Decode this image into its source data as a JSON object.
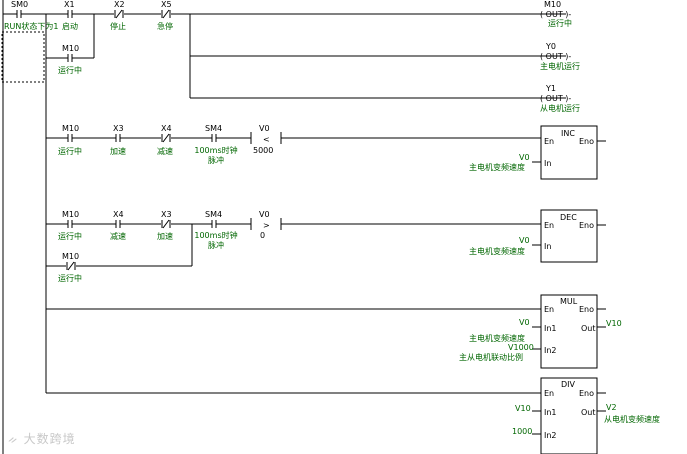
{
  "rungs": {
    "r1": {
      "contacts": [
        {
          "addr": "SM0",
          "comment": "RUN状态下为1",
          "nc": false
        },
        {
          "addr": "X1",
          "comment": "启动",
          "nc": false
        },
        {
          "addr": "X2",
          "comment": "停止",
          "nc": true
        },
        {
          "addr": "X5",
          "comment": "急停",
          "nc": true
        },
        {
          "addr": "M10",
          "comment": "运行中",
          "nc": false
        }
      ],
      "coils": [
        {
          "addr": "M10",
          "type": "( OUT )-",
          "comment": "运行中"
        },
        {
          "addr": "Y0",
          "type": "( OUT )-",
          "comment": "主电机运行"
        },
        {
          "addr": "Y1",
          "type": "( OUT )-",
          "comment": "从电机运行"
        }
      ]
    },
    "r2": {
      "contacts": [
        {
          "addr": "M10",
          "comment": "运行中",
          "nc": false
        },
        {
          "addr": "X3",
          "comment": "加速",
          "nc": false
        },
        {
          "addr": "X4",
          "comment": "减速",
          "nc": true
        },
        {
          "addr": "SM4",
          "comment": "100ms时钟脉冲",
          "nc": false
        }
      ],
      "compare": {
        "op1": "V0",
        "op": "<",
        "op2": "5000"
      },
      "block": {
        "name": "INC",
        "en": "En",
        "eno": "Eno",
        "in_label": "In",
        "in_val": "V0",
        "in_comment": "主电机变频速度"
      }
    },
    "r3": {
      "contacts": [
        {
          "addr": "M10",
          "comment": "运行中",
          "nc": false
        },
        {
          "addr": "X4",
          "comment": "减速",
          "nc": false
        },
        {
          "addr": "X3",
          "comment": "加速",
          "nc": true
        },
        {
          "addr": "SM4",
          "comment": "100ms时钟脉冲",
          "nc": false
        },
        {
          "addr": "M10",
          "comment": "运行中",
          "nc": true
        }
      ],
      "compare": {
        "op1": "V0",
        "op": ">",
        "op2": "0"
      },
      "block": {
        "name": "DEC",
        "en": "En",
        "eno": "Eno",
        "in_label": "In",
        "in_val": "V0",
        "in_comment": "主电机变频速度"
      }
    },
    "r4": {
      "block": {
        "name": "MUL",
        "en": "En",
        "eno": "Eno",
        "in1": "In1",
        "in2": "In2",
        "out": "Out",
        "in1_val": "V0",
        "in1_comment": "主电机变频速度",
        "in2_val": "V1000",
        "in2_comment": "主从电机联动比例",
        "out_val": "V10"
      }
    },
    "r5": {
      "block": {
        "name": "DIV",
        "en": "En",
        "eno": "Eno",
        "in1": "In1",
        "in2": "In2",
        "out": "Out",
        "in1_val": "V10",
        "in2_val": "1000",
        "out_val": "V2",
        "out_comment": "从电机变频速度"
      }
    }
  },
  "watermark": "大数跨境"
}
